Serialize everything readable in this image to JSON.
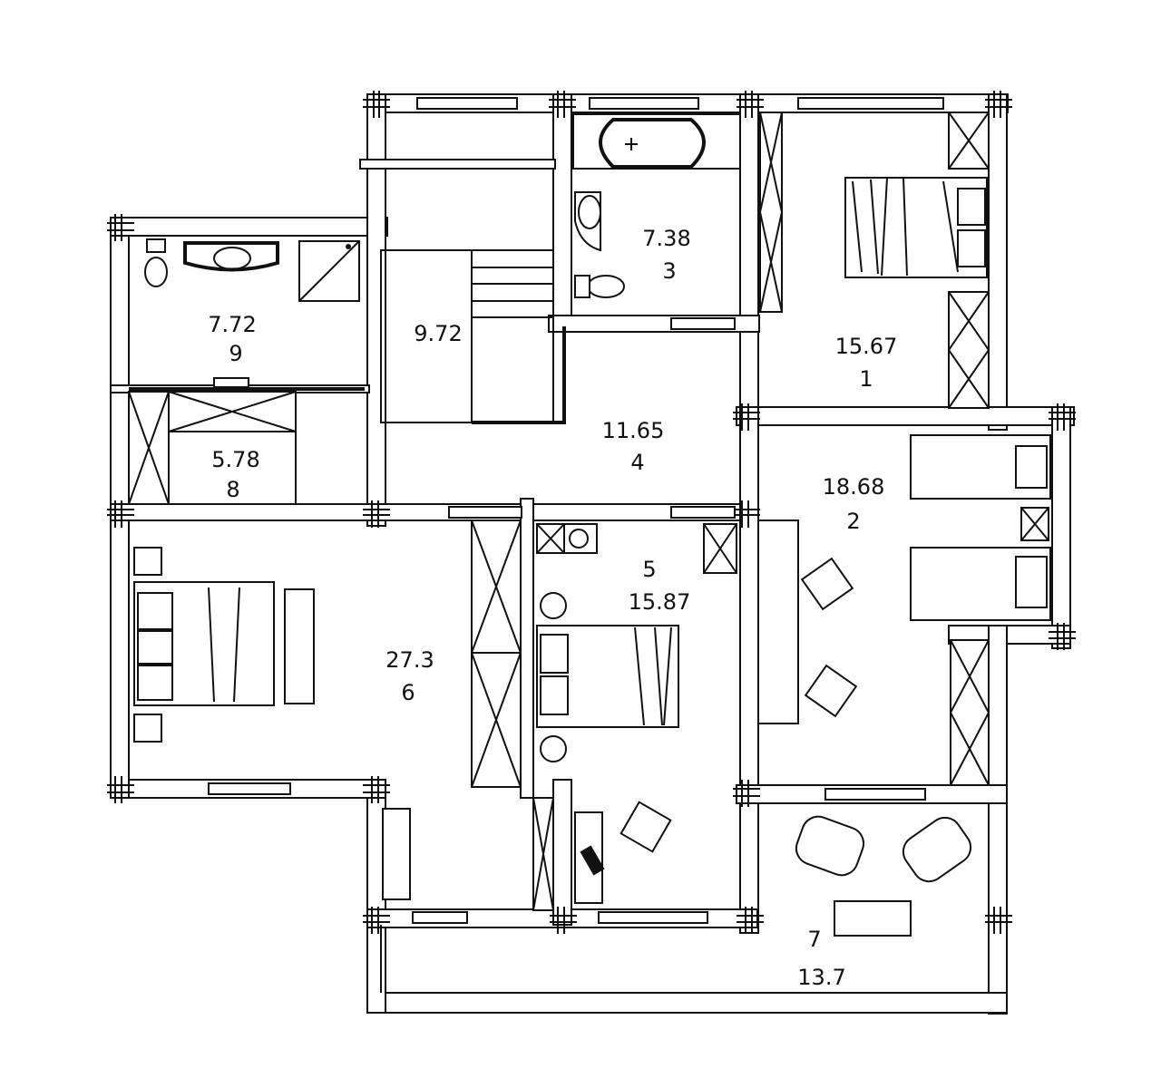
{
  "plan": {
    "rooms": [
      {
        "id": "1",
        "number": "1",
        "area": "15.67"
      },
      {
        "id": "2",
        "number": "2",
        "area": "18.68"
      },
      {
        "id": "3",
        "number": "3",
        "area": "7.38"
      },
      {
        "id": "4",
        "number": "4",
        "area": "11.65"
      },
      {
        "id": "5",
        "number": "5",
        "area": "15.87"
      },
      {
        "id": "6",
        "number": "6",
        "area": "27.3"
      },
      {
        "id": "7",
        "number": "7",
        "area": "13.7"
      },
      {
        "id": "8",
        "number": "8",
        "area": "5.78"
      },
      {
        "id": "9",
        "number": "9",
        "area": "7.72"
      },
      {
        "id": "stair",
        "number": "",
        "area": "9.72"
      }
    ]
  }
}
